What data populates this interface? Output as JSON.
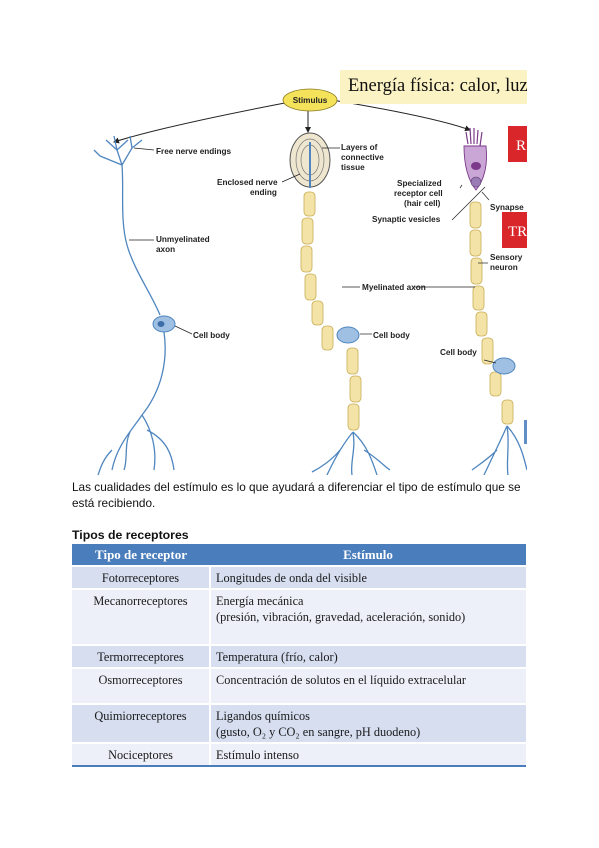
{
  "figure": {
    "banner": "Energía física: calor, luz,",
    "stimulus": "Stimulus",
    "red_box_1": "R",
    "red_box_2": "TR",
    "labels": {
      "free_nerve_endings": "Free nerve endings",
      "unmyelinated_1": "Unmyelinated",
      "unmyelinated_2": "axon",
      "cell_body_1": "Cell body",
      "enclosed_1": "Enclosed nerve",
      "enclosed_2": "ending",
      "layers_1": "Layers of",
      "layers_2": "connective",
      "layers_3": "tissue",
      "myelinated_axon": "Myelinated axon",
      "cell_body_2": "Cell body",
      "specialized_1": "Specialized",
      "specialized_2": "receptor cell",
      "specialized_3": "(hair cell)",
      "synaptic_vesicles": "Synaptic vesicles",
      "synapse": "Synapse",
      "sensory_1": "Sensory",
      "sensory_2": "neuron",
      "cell_body_3": "Cell body"
    }
  },
  "paragraph": {
    "line1": "Las cualidades del estímulo es lo que ayudará a diferenciar el tipo de estímulo que se",
    "line2": "está recibiendo."
  },
  "table": {
    "title": "Tipos de receptores",
    "headers": [
      "Tipo de receptor",
      "Estímulo"
    ],
    "rows": [
      {
        "tipo": "Fotorreceptores",
        "estimulo": [
          "Longitudes de onda del visible"
        ]
      },
      {
        "tipo": "Mecanorreceptores",
        "estimulo": [
          "Energía mecánica",
          "(presión, vibración, gravedad, aceleración, sonido)"
        ]
      },
      {
        "tipo": "Termorreceptores",
        "estimulo": [
          "Temperatura (frío, calor)"
        ]
      },
      {
        "tipo": "Osmorreceptores",
        "estimulo": [
          "Concentración de solutos en el líquido extracelular"
        ]
      },
      {
        "tipo": "Quimiorreceptores",
        "estimulo": [
          "Ligandos químicos",
          "(gusto, O₂ y CO₂ en sangre, pH duodeno)"
        ]
      },
      {
        "tipo": "Nociceptores",
        "estimulo": [
          "Estímulo intenso"
        ]
      }
    ]
  },
  "colors": {
    "header_blue": "#4a7dbb",
    "row_dark": "#d6def0",
    "row_light": "#edf0f8",
    "banner_yellow": "#fbf3c4",
    "red": "#d8262a",
    "myelin": "#f4e3a6",
    "stimulus_yellow": "#f3e25a"
  }
}
